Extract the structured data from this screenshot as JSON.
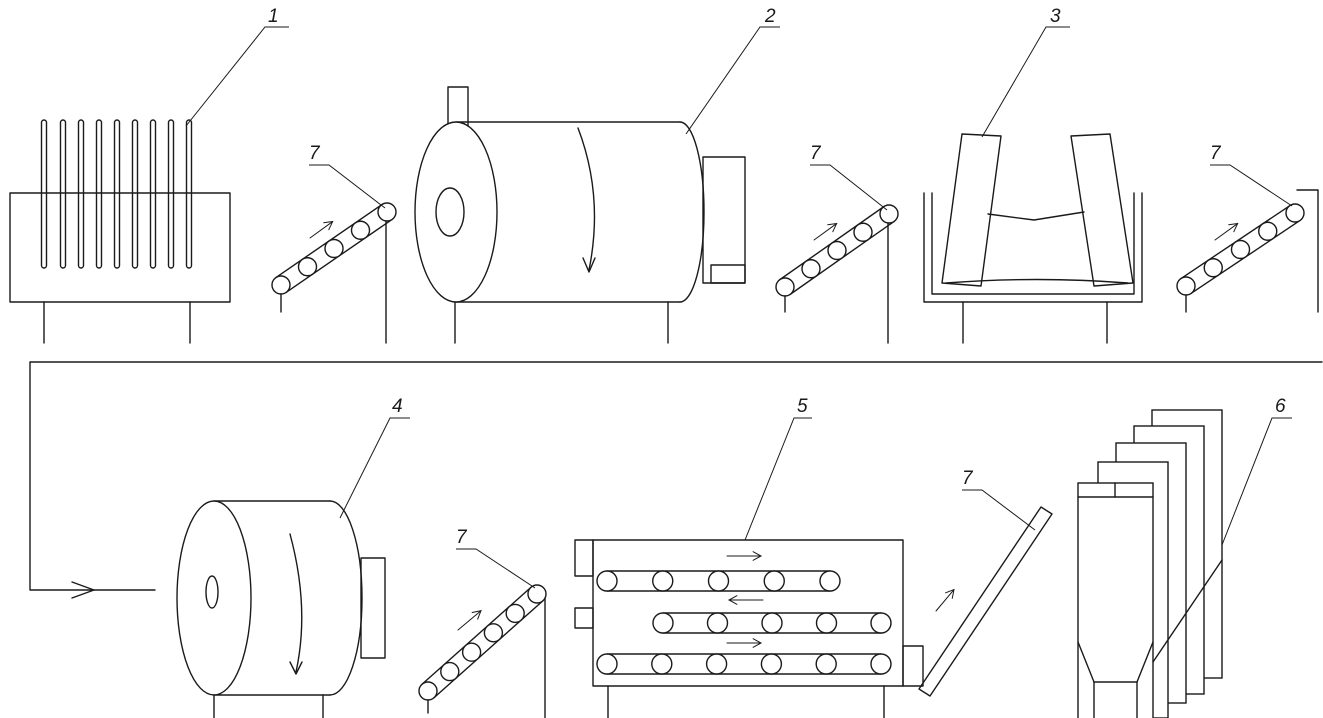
{
  "callouts": {
    "c1": "1",
    "c2": "2",
    "c3": "3",
    "c4": "4",
    "c5": "5",
    "c6": "6",
    "c7a": "7",
    "c7b": "7",
    "c7c": "7",
    "c7d": "7",
    "c7e": "7"
  },
  "colors": {
    "line": "#1a1a1a",
    "background": "#ffffff"
  }
}
